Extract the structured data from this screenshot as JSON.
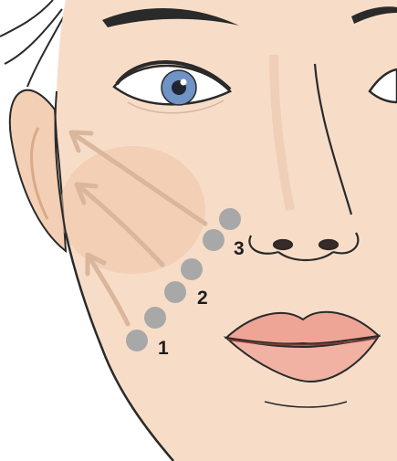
{
  "illustration": {
    "subject": "face-massage-diagram",
    "colors": {
      "skin": "#f7ddc8",
      "skin_shadow": "#eec3a6",
      "outline": "#2a2a2a",
      "arrow": "#d9b69c",
      "dot": "#a8a8a8",
      "lips": "#eea596",
      "iris": "#6f93c4"
    },
    "steps": [
      {
        "label": "1"
      },
      {
        "label": "2"
      },
      {
        "label": "3"
      }
    ]
  }
}
